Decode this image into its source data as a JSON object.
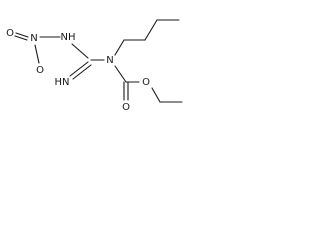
{
  "molecule": {
    "atoms": {
      "nitro_o1": "O",
      "nitro_n": "N",
      "nitro_o2": "O",
      "nh": "NH",
      "imine": "HN",
      "amide_n": "N",
      "carbonyl_o": "O",
      "ester_o": "O"
    }
  }
}
